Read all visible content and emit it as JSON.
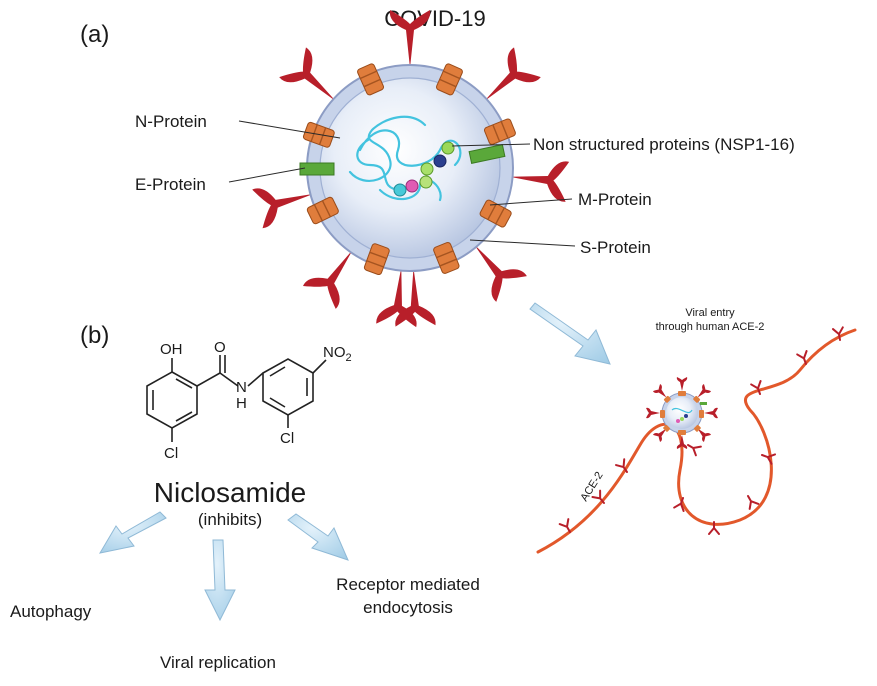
{
  "panel_a": {
    "label": "(a)",
    "title": "COVID-19",
    "labels": {
      "n_protein": "N-Protein",
      "e_protein": "E-Protein",
      "nsp": "Non structured proteins (NSP1-16)",
      "m_protein": "M-Protein",
      "s_protein": "S-Protein"
    }
  },
  "panel_b": {
    "label": "(b)",
    "molecule": {
      "oh": "OH",
      "o": "O",
      "nh_n": "N",
      "nh_h": "H",
      "no2": "NO",
      "no2_sub": "2",
      "cl_left": "Cl",
      "cl_right": "Cl"
    },
    "drug_name": "Niclosamide",
    "drug_action": "(inhibits)",
    "targets": {
      "autophagy": "Autophagy",
      "viral_replication": "Viral replication",
      "receptor_line1": "Receptor mediated",
      "receptor_line2": "endocytosis"
    }
  },
  "entry": {
    "line1": "Viral entry",
    "line2": "through human ACE-2",
    "receptor_label": "ACE-2"
  },
  "colors": {
    "spike": "#b81f2a",
    "m_protein": "#e07d3c",
    "e_protein": "#5aa83a",
    "envelope": "#c7d3ea",
    "rna": "#43c3df",
    "arrow": "#bfe0f2",
    "membrane": "#e2582b"
  }
}
